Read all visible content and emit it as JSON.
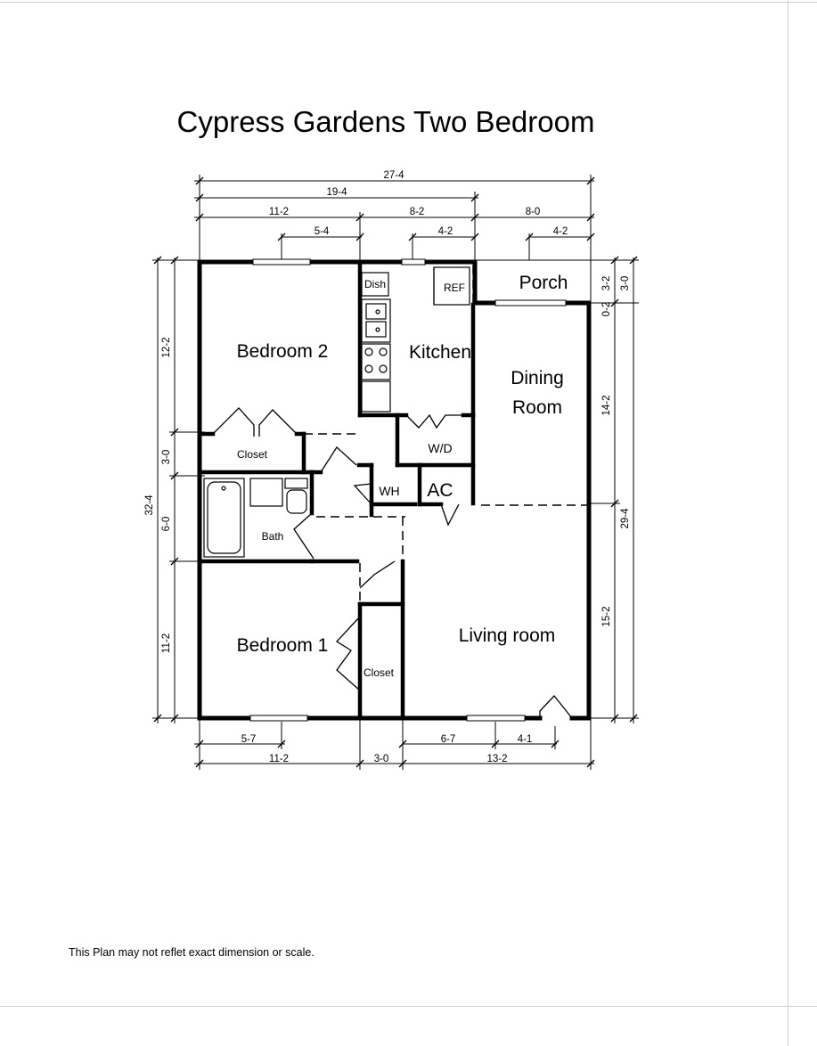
{
  "title": "Cypress Gardens Two Bedroom",
  "footnote": "This Plan may not reflet exact dimension or scale.",
  "rooms": {
    "bedroom2": "Bedroom 2",
    "kitchen": "Kitchen",
    "dining_line1": "Dining",
    "dining_line2": "Room",
    "porch": "Porch",
    "closet_top": "Closet",
    "wd": "W/D",
    "wh": "WH",
    "ac": "AC",
    "bath": "Bath",
    "bedroom1": "Bedroom 1",
    "closet_bottom": "Closet",
    "living": "Living room",
    "dish": "Dish",
    "ref": "REF"
  },
  "dimensions": {
    "top": [
      "27-4",
      "19-4",
      "11-2",
      "8-2",
      "8-0",
      "5-4",
      "4-2",
      "4-2"
    ],
    "bottom": [
      "5-7",
      "6-7",
      "4-1",
      "11-2",
      "3-0",
      "13-2"
    ],
    "left": [
      "32-4",
      "12-2",
      "3-0",
      "6-0",
      "11-2"
    ],
    "right": [
      "3-2",
      "3-0",
      "0-2",
      "14-2",
      "29-4",
      "15-2"
    ]
  }
}
